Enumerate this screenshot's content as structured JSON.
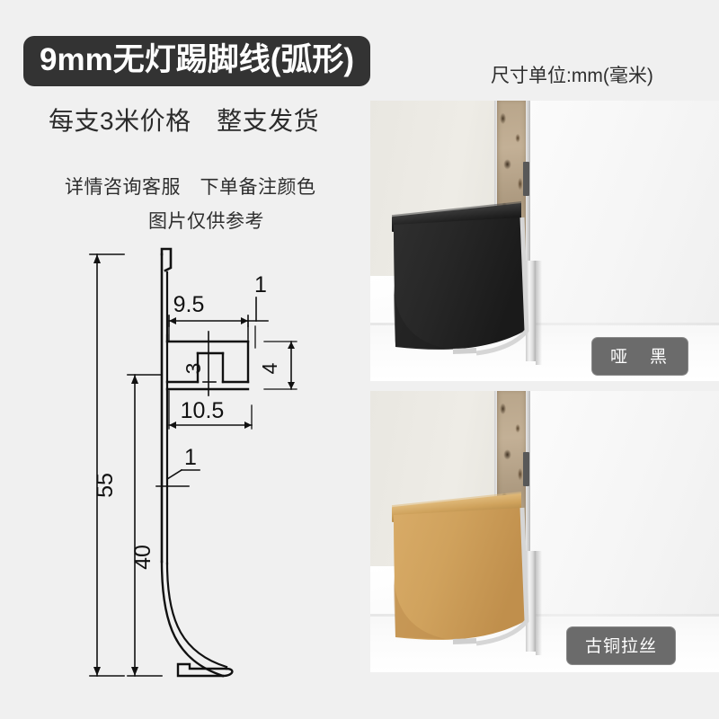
{
  "header": {
    "title": "9mm无灯踢脚线(弧形)",
    "subtitle": "每支3米价格　整支发货",
    "notes": [
      "详情咨询客服　下单备注颜色",
      "图片仅供参考"
    ],
    "unit_note": "尺寸单位:mm(毫米)"
  },
  "drawing": {
    "dimensions": {
      "width_top": "9.5",
      "lip_thickness": "1",
      "channel_height": "3",
      "channel_depth": "4",
      "width_lower": "10.5",
      "wall_thickness": "1",
      "total_height": "55",
      "face_height": "40"
    }
  },
  "photos": [
    {
      "color_label": "哑　黑",
      "swatch": "#2e2e2e"
    },
    {
      "color_label": "古铜拉丝",
      "swatch": "#d2a259"
    }
  ],
  "colors": {
    "background": "#f0f0f0",
    "badge_bg": "#333333",
    "chip_bg": "#6b6b6b",
    "matte_black": "#2e2e2e",
    "bronze": "#d2a259",
    "aluminium": "#d8d8d8",
    "cork": "#b8a58a"
  }
}
